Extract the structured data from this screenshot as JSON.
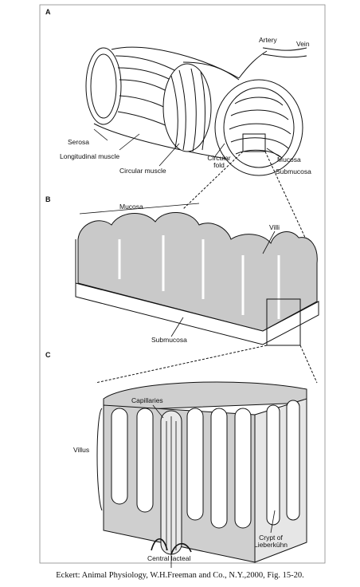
{
  "panels": {
    "a": {
      "letter": "A",
      "labels": {
        "artery": "Artery",
        "vein": "Vein",
        "serosa": "Serosa",
        "longitudinal_muscle": "Longitudinal muscle",
        "circular_muscle": "Circular muscle",
        "circular_fold_line1": "Circular",
        "circular_fold_line2": "fold",
        "mucosa": "Mucosa",
        "submucosa": "Submucosa"
      }
    },
    "b": {
      "letter": "B",
      "labels": {
        "mucosa": "Mucosa",
        "villi": "Villi",
        "submucosa": "Submucosa"
      }
    },
    "c": {
      "letter": "C",
      "labels": {
        "capillaries": "Capillaries",
        "villus": "Villus",
        "crypt_line1": "Crypt of",
        "crypt_line2": "Lieberkühn",
        "central_lacteal": "Central lacteal"
      }
    }
  },
  "caption": "Eckert: Animal Physiology, W.H.Freeman and Co., N.Y.,2000, Fig. 15-20."
}
